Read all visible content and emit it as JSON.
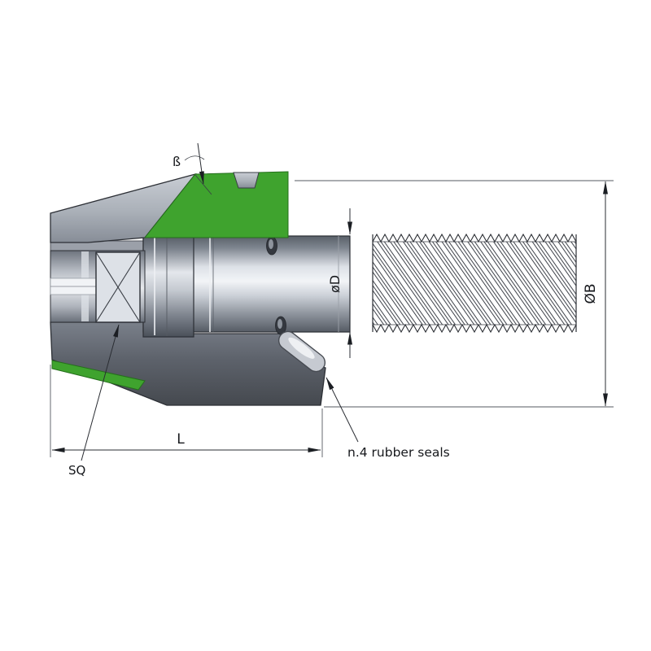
{
  "drawing": {
    "labels": {
      "taper_angle": "ß",
      "pilot_diameter": "øD",
      "body_diameter": "ØB",
      "length": "L",
      "square_drive": "SQ",
      "seals_note": "n.4 rubber seals"
    },
    "colors": {
      "section_green": "#3fa32e",
      "section_green_edge": "#256f1c",
      "metal_light": "#e9ebef",
      "metal_dark": "#54595f",
      "outline": "#2c2f35",
      "background": "#ffffff"
    }
  }
}
